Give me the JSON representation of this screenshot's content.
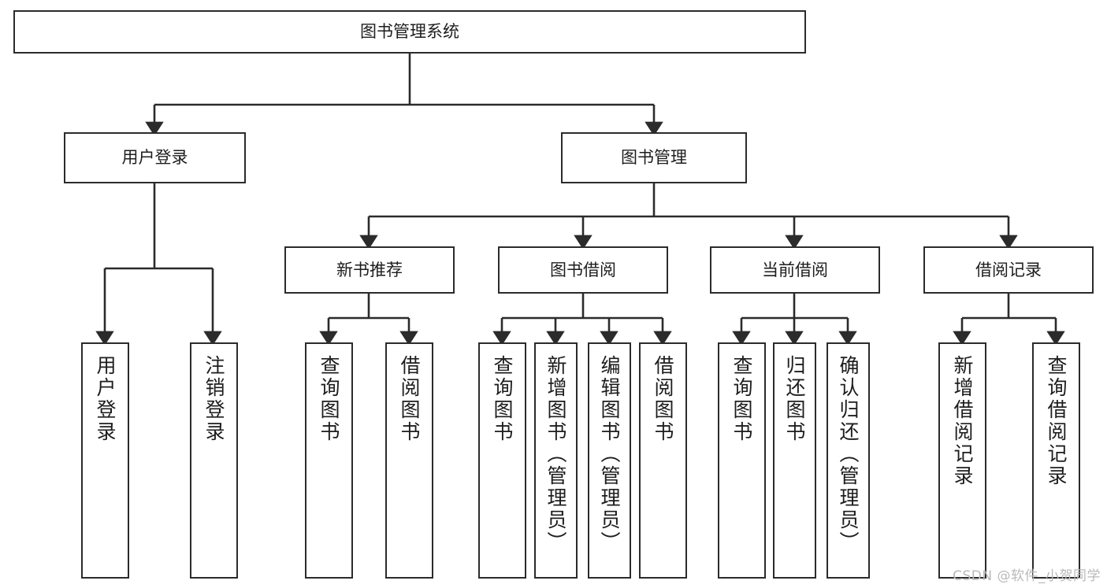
{
  "diagram": {
    "type": "tree-hierarchy",
    "title": "图书管理系统",
    "orientation": "top-down",
    "colors": {
      "box_border": "#2b2b2b",
      "box_fill": "#ffffff",
      "edge": "#2b2b2b",
      "text": "#1d1d1d",
      "watermark": "#b9b9b9",
      "background": "#ffffff"
    },
    "watermark": "CSDN @软件_小贺同学"
  },
  "nodes": {
    "root": {
      "label": "图书管理系统",
      "level": 1,
      "text_direction": "horizontal"
    },
    "level2": [
      {
        "id": "user-login",
        "label": "用户登录",
        "text_direction": "horizontal"
      },
      {
        "id": "book-manage",
        "label": "图书管理",
        "text_direction": "horizontal"
      }
    ],
    "level3": [
      {
        "id": "new-book-recommend",
        "label": "新书推荐",
        "parent": "book-manage",
        "text_direction": "horizontal"
      },
      {
        "id": "book-borrow",
        "label": "图书借阅",
        "parent": "book-manage",
        "text_direction": "horizontal"
      },
      {
        "id": "current-borrow",
        "label": "当前借阅",
        "parent": "book-manage",
        "text_direction": "horizontal"
      },
      {
        "id": "borrow-record",
        "label": "借阅记录",
        "parent": "book-manage",
        "text_direction": "horizontal"
      }
    ],
    "leaves": [
      {
        "id": "leaf-user-login",
        "label": "用户登录",
        "parent": "user-login",
        "text_direction": "vertical"
      },
      {
        "id": "leaf-logout-login",
        "label": "注销登录",
        "parent": "user-login",
        "text_direction": "vertical"
      },
      {
        "id": "leaf-query-book-1",
        "label": "查询图书",
        "parent": "new-book-recommend",
        "text_direction": "vertical"
      },
      {
        "id": "leaf-borrow-book-1",
        "label": "借阅图书",
        "parent": "new-book-recommend",
        "text_direction": "vertical"
      },
      {
        "id": "leaf-query-book-2",
        "label": "查询图书",
        "parent": "book-borrow",
        "text_direction": "vertical"
      },
      {
        "id": "leaf-add-book",
        "label": "新增图书（管理员）",
        "parent": "book-borrow",
        "text_direction": "vertical"
      },
      {
        "id": "leaf-edit-book",
        "label": "编辑图书（管理员）",
        "parent": "book-borrow",
        "text_direction": "vertical"
      },
      {
        "id": "leaf-borrow-book-2",
        "label": "借阅图书",
        "parent": "book-borrow",
        "text_direction": "vertical"
      },
      {
        "id": "leaf-query-book-3",
        "label": "查询图书",
        "parent": "current-borrow",
        "text_direction": "vertical"
      },
      {
        "id": "leaf-return-book",
        "label": "归还图书",
        "parent": "current-borrow",
        "text_direction": "vertical"
      },
      {
        "id": "leaf-confirm-return",
        "label": "确认归还（管理员）",
        "parent": "current-borrow",
        "text_direction": "vertical"
      },
      {
        "id": "leaf-add-record",
        "label": "新增借阅记录",
        "parent": "borrow-record",
        "text_direction": "vertical"
      },
      {
        "id": "leaf-query-record",
        "label": "查询借阅记录",
        "parent": "borrow-record",
        "text_direction": "vertical"
      }
    ]
  }
}
